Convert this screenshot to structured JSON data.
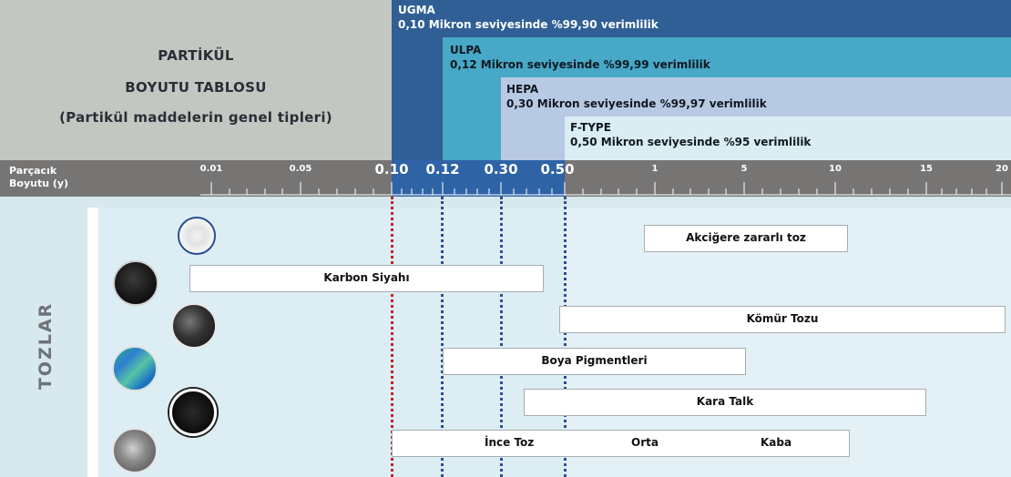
{
  "title": {
    "line1": "PARTİKÜL",
    "line2": "BOYUTU TABLOSU",
    "line3": "(Partikül maddelerin genel tipleri)"
  },
  "filter_bands": [
    {
      "name": "UGMA",
      "desc": "0,10 Mikron seviyesinde %99,90 verimlilik",
      "color": "#2f5f95"
    },
    {
      "name": "ULPA",
      "desc": "0,12 Mikron seviyesinde %99,99 verimlilik",
      "color": "#47a8c7"
    },
    {
      "name": "HEPA",
      "desc": "0,30 Mikron seviyesinde %99,97 verimlilik",
      "color": "#b8c9e4"
    },
    {
      "name": "F-TYPE",
      "desc": "0,50 Mikron seviyesinde %95 verimlilik",
      "color": "#d9edf3"
    }
  ],
  "scale": {
    "label_line1": "Parçacık",
    "label_line2": "Boyutu (y)",
    "ticks": [
      {
        "label": "0.01",
        "big": false
      },
      {
        "label": "0.05",
        "big": false
      },
      {
        "label": "0.10",
        "big": true
      },
      {
        "label": "0.12",
        "big": true
      },
      {
        "label": "0.30",
        "big": true
      },
      {
        "label": "0.50",
        "big": true
      },
      {
        "label": "1",
        "big": false
      },
      {
        "label": "5",
        "big": false
      },
      {
        "label": "10",
        "big": false
      },
      {
        "label": "15",
        "big": false
      },
      {
        "label": "20",
        "big": false
      }
    ]
  },
  "section_label": "TOZLAR",
  "particles": [
    {
      "label": "Akciğere zararlı toz",
      "icon": "fine-dust-icon"
    },
    {
      "label": "Karbon Siyahı",
      "icon": "carbon-black-icon"
    },
    {
      "label": "Kömür Tozu",
      "icon": "coal-dust-icon"
    },
    {
      "label": "Boya Pigmentleri",
      "icon": "paint-pigment-icon"
    },
    {
      "label": "Kara Talk",
      "icon": "black-talc-icon"
    },
    {
      "label": "İnce Toz",
      "label2": "Orta",
      "label3": "Kaba",
      "icon": "dust-icon"
    }
  ],
  "colors": {
    "ugma_line": "#c0222a",
    "blue_line": "#2a4f8f"
  }
}
